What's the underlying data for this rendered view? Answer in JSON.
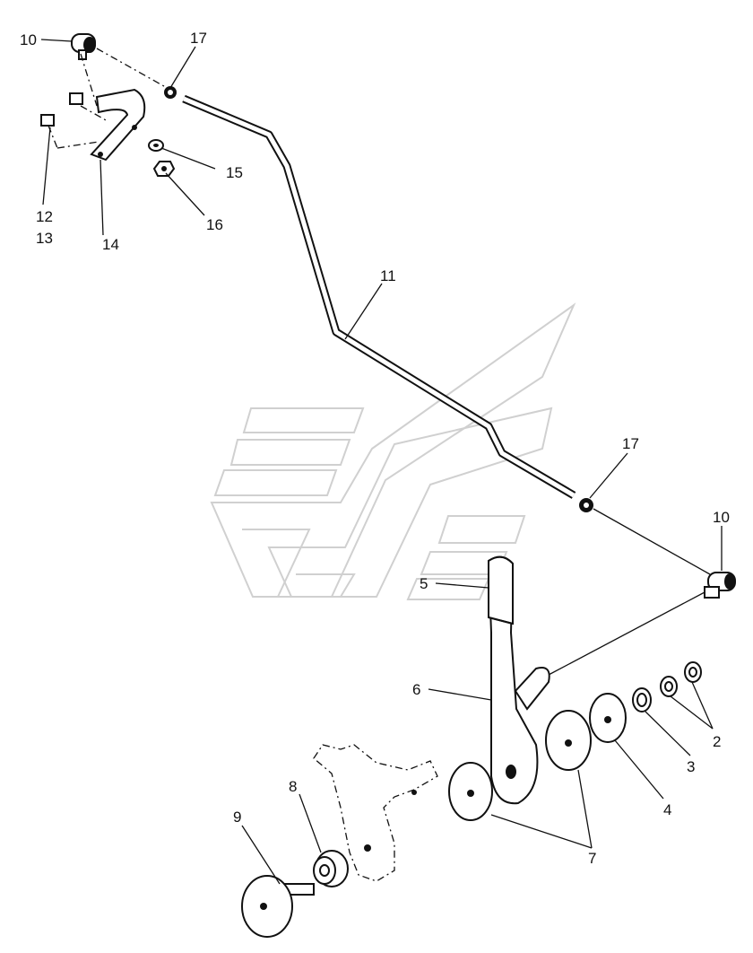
{
  "diagram": {
    "callouts": [
      {
        "id": "c10a",
        "label": "10"
      },
      {
        "id": "c17a",
        "label": "17"
      },
      {
        "id": "c15",
        "label": "15"
      },
      {
        "id": "c16",
        "label": "16"
      },
      {
        "id": "c12",
        "label": "12"
      },
      {
        "id": "c13",
        "label": "13"
      },
      {
        "id": "c14",
        "label": "14"
      },
      {
        "id": "c11",
        "label": "11"
      },
      {
        "id": "c17b",
        "label": "17"
      },
      {
        "id": "c10b",
        "label": "10"
      },
      {
        "id": "c5",
        "label": "5"
      },
      {
        "id": "c6",
        "label": "6"
      },
      {
        "id": "c2",
        "label": "2"
      },
      {
        "id": "c3",
        "label": "3"
      },
      {
        "id": "c4",
        "label": "4"
      },
      {
        "id": "c7",
        "label": "7"
      },
      {
        "id": "c8",
        "label": "8"
      },
      {
        "id": "c9",
        "label": "9"
      }
    ]
  }
}
